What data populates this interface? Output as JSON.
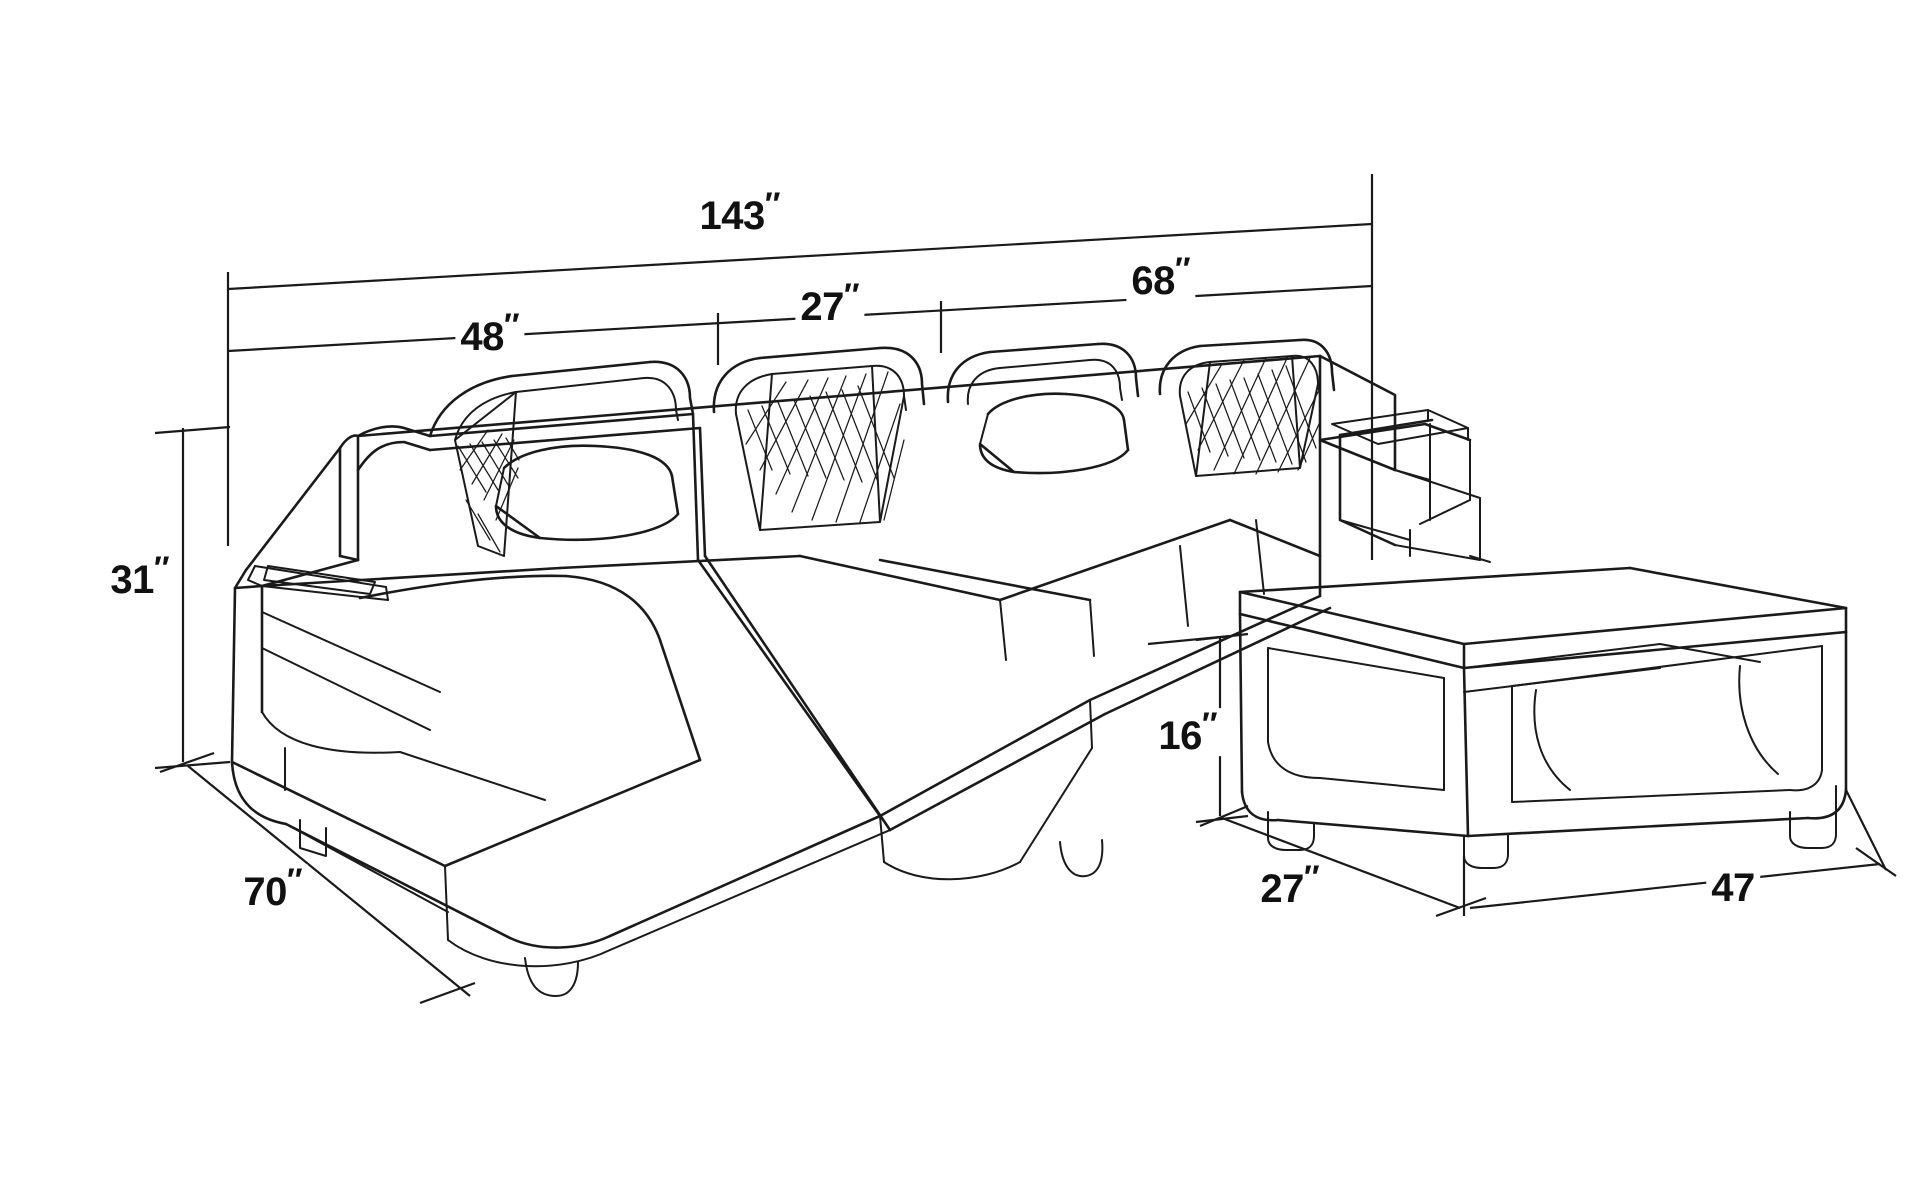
{
  "drawing": {
    "title": "Sectional Sofa with Coffee Table Dimension Drawing",
    "units": "inches",
    "unit_mark": "″",
    "line_color": "#1a1a1a",
    "background_color": "#ffffff"
  },
  "dimensions": {
    "overall_width": {
      "value": "143",
      "unit": "″",
      "label": "143″",
      "name": "overall-width"
    },
    "chaise_width": {
      "value": "48",
      "unit": "″",
      "label": "48″",
      "name": "chaise-width"
    },
    "seat_width": {
      "value": "27",
      "unit": "″",
      "label": "27″",
      "name": "center-seat-width"
    },
    "sofa_section_width": {
      "value": "68",
      "unit": "″",
      "label": "68″",
      "name": "sofa-section-width"
    },
    "back_height": {
      "value": "31",
      "unit": "″",
      "label": "31″",
      "name": "overall-height"
    },
    "chaise_depth": {
      "value": "70",
      "unit": "″",
      "label": "70″",
      "name": "chaise-depth"
    },
    "table_height": {
      "value": "16",
      "unit": "″",
      "label": "16″",
      "name": "table-height"
    },
    "table_depth": {
      "value": "27",
      "unit": "″",
      "label": "27″",
      "name": "table-depth"
    },
    "table_length": {
      "value": "47",
      "unit": "",
      "label": "47",
      "name": "table-length"
    }
  },
  "objects": [
    {
      "name": "sectional-sofa",
      "type": "furniture",
      "parts": [
        "left-chaise",
        "center-seats",
        "right-seats",
        "armrest-shelf",
        "back-cushions",
        "throw-pillows",
        "legs"
      ]
    },
    {
      "name": "coffee-table",
      "type": "furniture",
      "parts": [
        "table-top",
        "open-shelf",
        "legs"
      ]
    }
  ]
}
